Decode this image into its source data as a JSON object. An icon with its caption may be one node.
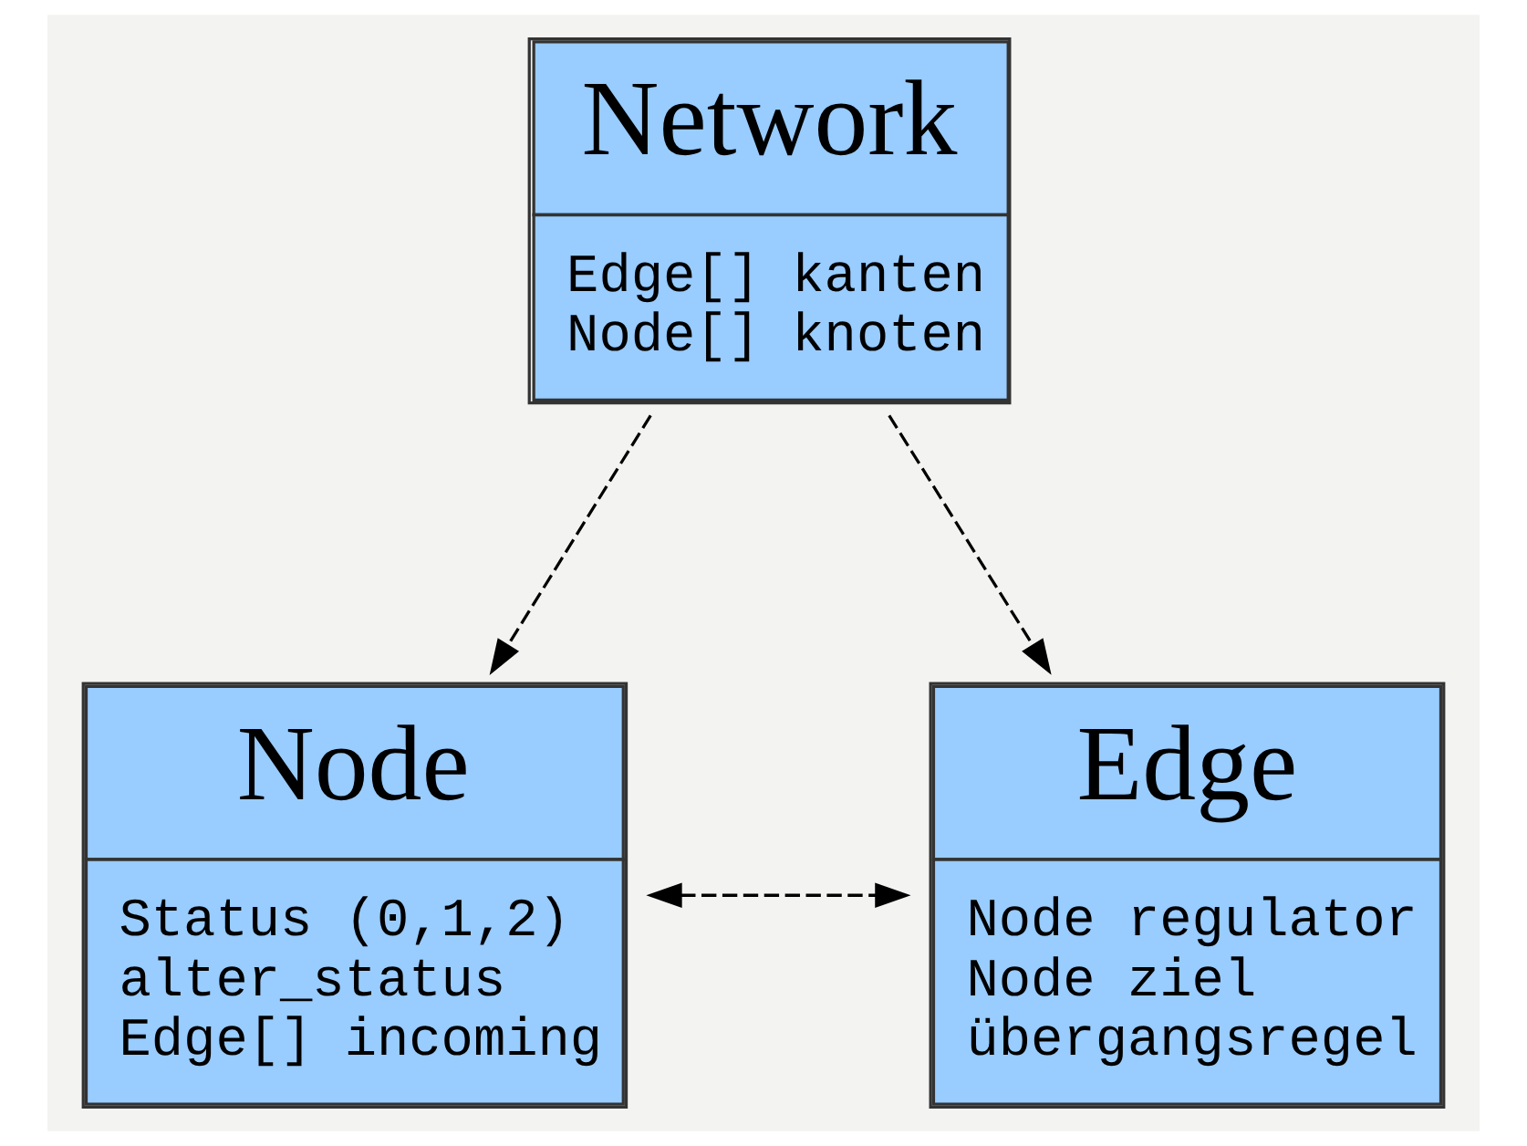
{
  "diagram": {
    "nodes": [
      {
        "text": [
          "Network",
          "Edge[] kanten",
          "Node[] knoten"
        ]
      },
      {
        "text": [
          "Node",
          "Status (0,1,2)",
          "alter_status",
          "Edge[] incoming"
        ]
      },
      {
        "text": [
          "Edge",
          "Node regulator",
          "Node ziel",
          "übergangsregel"
        ]
      }
    ],
    "edges": [
      {
        "from": 0,
        "to": 1,
        "arrow": "to",
        "style": "dashed"
      },
      {
        "from": 0,
        "to": 2,
        "arrow": "to",
        "style": "dashed"
      },
      {
        "from": 1,
        "to": 2,
        "arrow": "both",
        "style": "dashed"
      }
    ]
  }
}
